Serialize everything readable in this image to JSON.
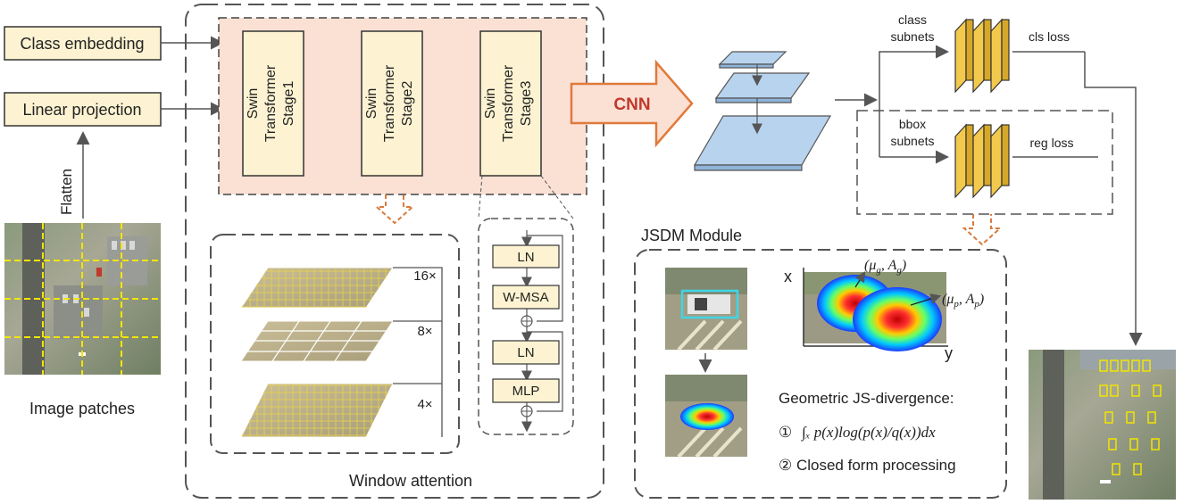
{
  "inputs": {
    "class_embedding": "Class embedding",
    "linear_projection": "Linear projection",
    "flatten": "Flatten",
    "image_patches": "Image patches"
  },
  "swin_stages": [
    {
      "line1": "Swin",
      "line2": "Transformer",
      "line3": "Stage1"
    },
    {
      "line1": "Swin",
      "line2": "Transformer",
      "line3": "Stage2"
    },
    {
      "line1": "Swin",
      "line2": "Transformer",
      "line3": "Stage3"
    }
  ],
  "block": {
    "ln1": "LN",
    "wmsa": "W-MSA",
    "ln2": "LN",
    "mlp": "MLP"
  },
  "window_attention": {
    "title": "Window  attention",
    "scales": [
      "16×",
      "8×",
      "4×"
    ]
  },
  "cnn": "CNN",
  "heads": {
    "class_subnets_1": "class",
    "class_subnets_2": "subnets",
    "cls_loss": "cls loss",
    "bbox_subnets_1": "bbox",
    "bbox_subnets_2": "subnets",
    "reg_loss": "reg loss"
  },
  "jsdm": {
    "title": "JSDM Module",
    "axis_x": "x",
    "axis_y": "y",
    "mu_g": "(μ",
    "mu_g_sub": "g",
    "mu_g_rest": ", A",
    "A_g_sub": "g",
    "close_g": ")",
    "mu_p": "(μ",
    "mu_p_sub": "p",
    "mu_p_rest": ", A",
    "A_p_sub": "p",
    "close_p": ")",
    "geo_title": "Geometric JS-divergence:",
    "item1_num": "①",
    "item1_formula": "∫ₓ p(x)log(p(x)/q(x))dx",
    "item2": "② Closed form  processing"
  },
  "colors": {
    "input_box": "#fdf3d2",
    "stage_bg": "#fbe0d4",
    "stage_box": "#fdf3d2",
    "cnn_arrow": "#e07a3a",
    "cnn_text": "#c0392b",
    "fpn": "#b8d3ee",
    "feature_map": "#f2c94c"
  }
}
